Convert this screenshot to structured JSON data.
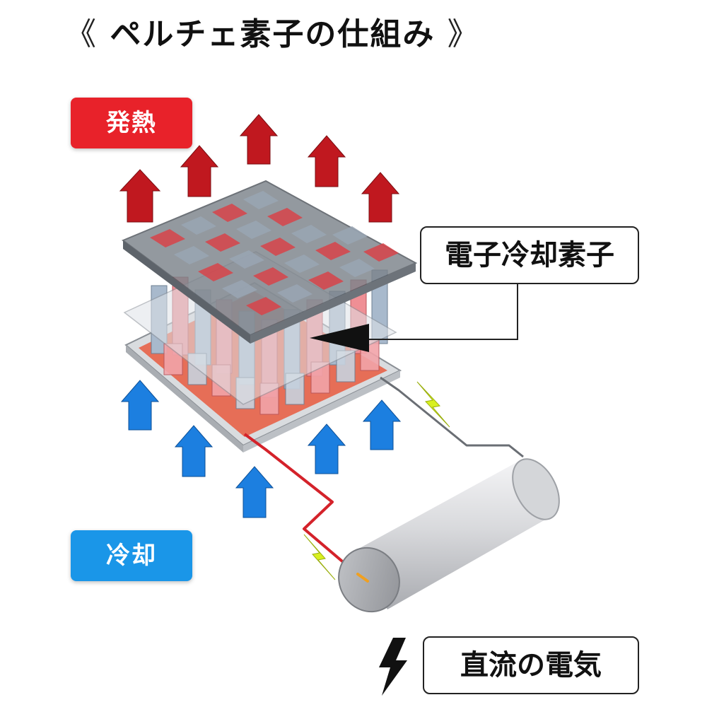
{
  "title": {
    "open_bracket": "《",
    "text": "ペルチェ素子の仕組み",
    "close_bracket": "》"
  },
  "labels": {
    "heat": "発熱",
    "cool": "冷却",
    "device": "電子冷却素子",
    "dc_power": "直流の電気"
  },
  "colors": {
    "heat_badge": "#e8222a",
    "cool_badge": "#1a96e8",
    "heat_arrow": "#c0181f",
    "cool_arrow": "#1c7fe0",
    "spark": "#d8f020",
    "red_wire": "#d4222a",
    "plate": "#808890"
  }
}
